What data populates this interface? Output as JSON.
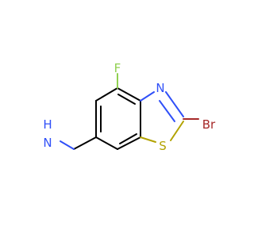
{
  "molecule": {
    "atoms": {
      "fluorine": "F",
      "nitrogen": "N",
      "sulfur": "S",
      "bromine": "Br",
      "amine_h": "H",
      "amine_n": "N"
    },
    "colors": {
      "carbon_bond": "#000000",
      "fluorine": "#90d050",
      "nitrogen": "#3050f8",
      "sulfur": "#b2a200",
      "bromine": "#a62929"
    }
  }
}
